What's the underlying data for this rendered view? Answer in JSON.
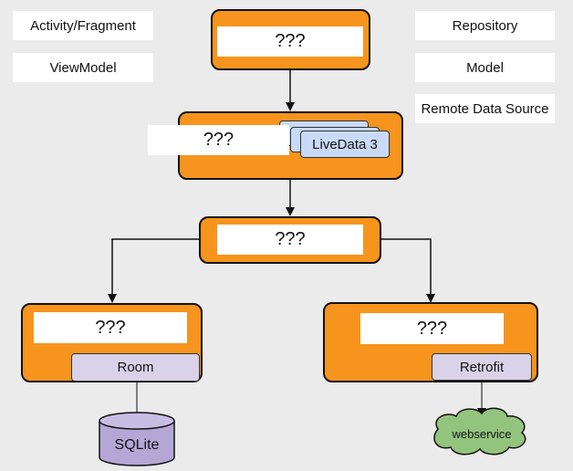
{
  "legend": {
    "left": [
      "Activity/Fragment",
      "ViewModel"
    ],
    "right": [
      "Repository",
      "Model",
      "Remote Data Source"
    ]
  },
  "boxes": {
    "top": "???",
    "viewmodel": "???",
    "repository": "???",
    "local": "???",
    "remote": "???"
  },
  "livedata_label": "LiveData 3",
  "room_label": "Room",
  "retrofit_label": "Retrofit",
  "sqlite_label": "SQLite",
  "webservice_label": "webservice",
  "colors": {
    "orange": "#f7941d",
    "livedata": "#c9daf8",
    "chip": "#d9d2e9",
    "database": "#b4a7d6",
    "cloud": "#93c47d"
  }
}
